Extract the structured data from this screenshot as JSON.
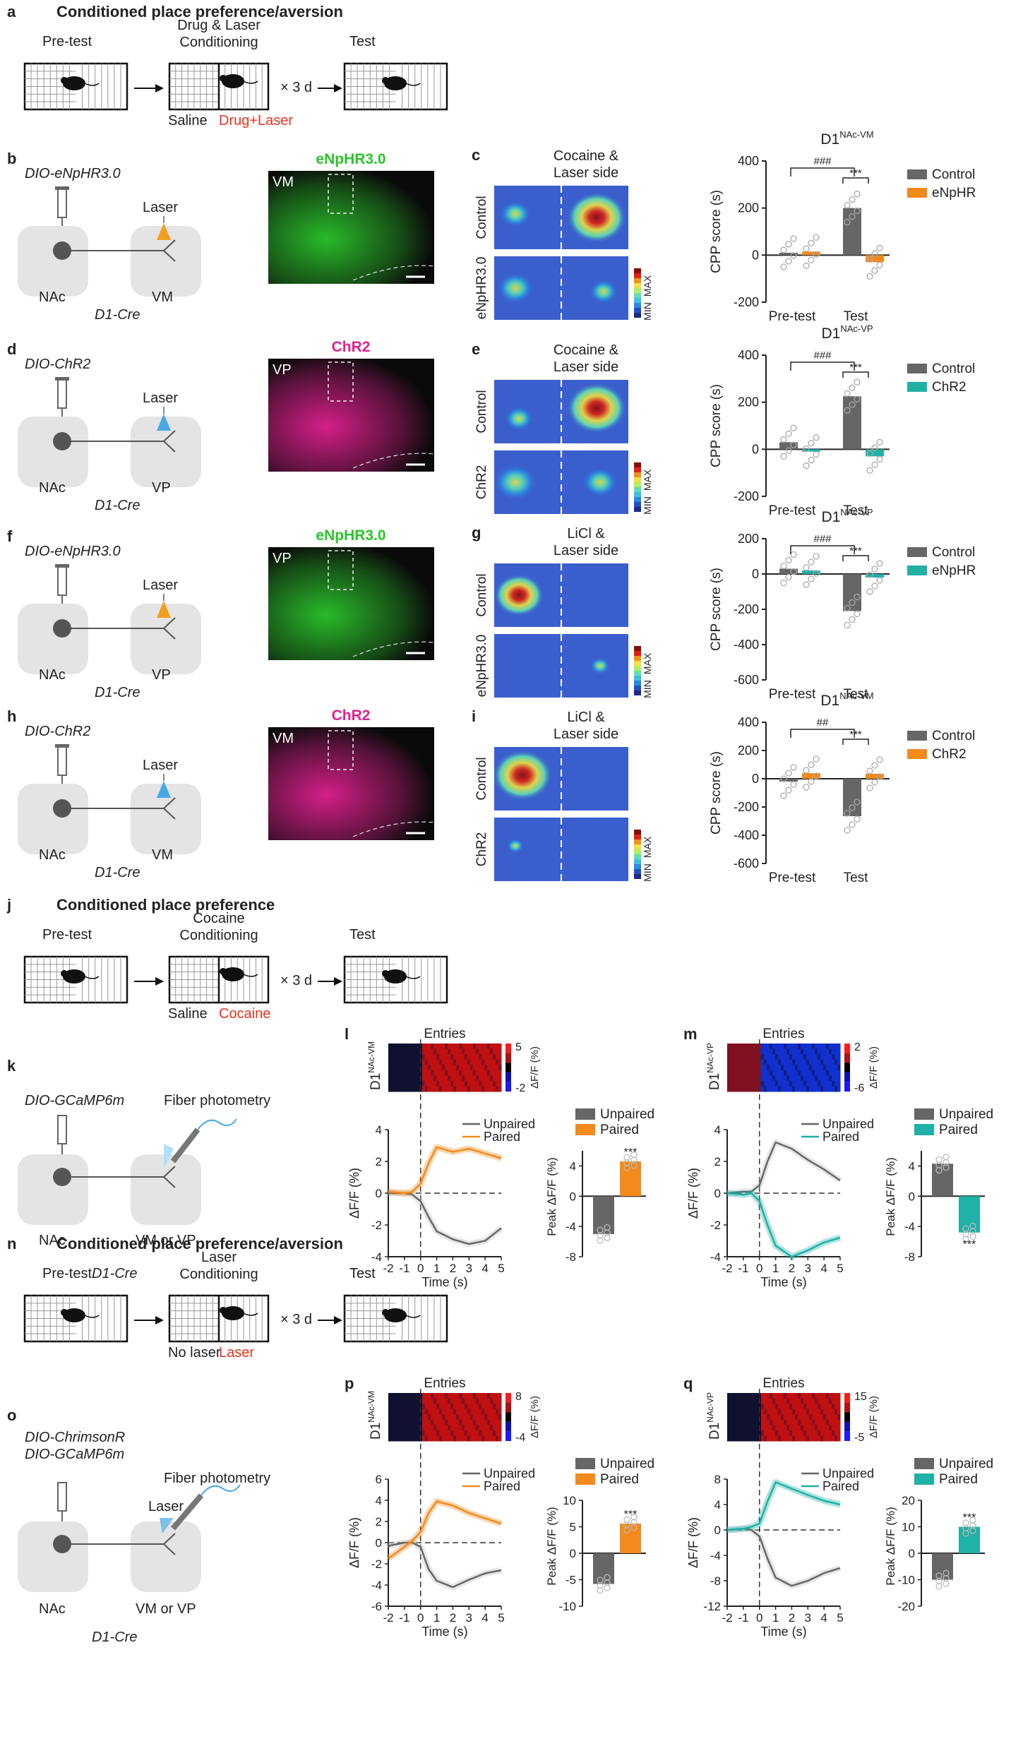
{
  "colors": {
    "control": "#666666",
    "orange": "#f28a1c",
    "teal": "#1fb0a6",
    "red": "#e8321e",
    "green": "#2bc42b",
    "magenta": "#e0208f"
  },
  "schematic_a": {
    "letter": "a",
    "title": "Conditioned place preference/aversion",
    "pre": "Pre-test",
    "cond_title": "Drug & Laser\nConditioning",
    "times": "× 3 d",
    "test": "Test",
    "left_box": "Saline",
    "right_box": "Drug+Laser"
  },
  "schematic_j": {
    "letter": "j",
    "title": "Conditioned place preference",
    "pre": "Pre-test",
    "cond_title": "Cocaine\nConditioning",
    "times": "× 3 d",
    "test": "Test",
    "left_box": "Saline",
    "right_box": "Cocaine"
  },
  "schematic_n": {
    "letter": "n",
    "title": "Conditioned place preference/aversion",
    "pre": "Pre-test",
    "cond_title": "Laser\nConditioning",
    "times": "× 3 d",
    "test": "Test",
    "left_box": "No laser",
    "right_box": "Laser"
  },
  "circuits": [
    {
      "letter": "b",
      "virus": "DIO-eNpHR3.0",
      "laser": "Laser",
      "src": "NAc",
      "tgt": "VM",
      "mouse": "D1-Cre",
      "color": "#f0a020"
    },
    {
      "letter": "d",
      "virus": "DIO-ChR2",
      "laser": "Laser",
      "src": "NAc",
      "tgt": "VP",
      "mouse": "D1-Cre",
      "color": "#48a8e8"
    },
    {
      "letter": "f",
      "virus": "DIO-eNpHR3.0",
      "laser": "Laser",
      "src": "NAc",
      "tgt": "VP",
      "mouse": "D1-Cre",
      "color": "#f0a020"
    },
    {
      "letter": "h",
      "virus": "DIO-ChR2",
      "laser": "Laser",
      "src": "NAc",
      "tgt": "VM",
      "mouse": "D1-Cre",
      "color": "#48a8e8"
    }
  ],
  "circuit_k": {
    "letter": "k",
    "virus": "DIO-GCaMP6m",
    "device": "Fiber photometry",
    "src": "NAc",
    "tgt": "VM or VP",
    "mouse": "D1-Cre"
  },
  "circuit_o": {
    "letter": "o",
    "virus1": "DIO-ChrimsonR",
    "virus2": "DIO-GCaMP6m",
    "device": "Fiber photometry",
    "laser": "Laser",
    "src": "NAc",
    "tgt": "VM or VP",
    "mouse": "D1-Cre"
  },
  "histology": [
    {
      "title": "eNpHR3.0",
      "region": "VM",
      "color": "#2bc42b"
    },
    {
      "title": "ChR2",
      "region": "VP",
      "color": "#e0208f"
    },
    {
      "title": "eNpHR3.0",
      "region": "VP",
      "color": "#2bc42b"
    },
    {
      "title": "ChR2",
      "region": "VM",
      "color": "#e0208f"
    }
  ],
  "heatmaps": [
    {
      "letter": "c",
      "title": "Cocaine &\nLaser  side",
      "row1": "Control",
      "row2": "eNpHR3.0",
      "max": "MAX",
      "min": "MIN"
    },
    {
      "letter": "e",
      "title": "Cocaine &\nLaser  side",
      "row1": "Control",
      "row2": "ChR2",
      "max": "MAX",
      "min": "MIN"
    },
    {
      "letter": "g",
      "title": "LiCl &\nLaser  side",
      "row1": "Control",
      "row2": "eNpHR3.0",
      "max": "MAX",
      "min": "MIN"
    },
    {
      "letter": "i",
      "title": "LiCl &\nLaser  side",
      "row1": "Control",
      "row2": "ChR2",
      "max": "MAX",
      "min": "MIN"
    }
  ],
  "chart_data": [
    {
      "type": "bar",
      "title": "D1NAc-VM",
      "ylabel": "CPP score (s)",
      "categories": [
        "Pre-test",
        "Test"
      ],
      "ylim": [
        -200,
        400
      ],
      "yticks": [
        -200,
        0,
        200,
        400
      ],
      "series": [
        {
          "name": "Control",
          "values": [
            10,
            200
          ]
        },
        {
          "name": "eNpHR",
          "values": [
            15,
            -30
          ]
        }
      ],
      "annotations": [
        "###",
        "***"
      ]
    },
    {
      "type": "bar",
      "title": "D1NAc-VP",
      "ylabel": "CPP score (s)",
      "categories": [
        "Pre-test",
        "Test"
      ],
      "ylim": [
        -200,
        400
      ],
      "yticks": [
        -200,
        0,
        200,
        400
      ],
      "series": [
        {
          "name": "Control",
          "values": [
            30,
            225
          ]
        },
        {
          "name": "ChR2",
          "values": [
            -10,
            -30
          ]
        }
      ],
      "annotations": [
        "###",
        "***"
      ]
    },
    {
      "type": "bar",
      "title": "D1NAc-VP",
      "ylabel": "CPP score (s)",
      "categories": [
        "Pre-test",
        "Test"
      ],
      "ylim": [
        -600,
        200
      ],
      "yticks": [
        -600,
        -400,
        -200,
        0,
        200
      ],
      "series": [
        {
          "name": "Control",
          "values": [
            30,
            -210
          ]
        },
        {
          "name": "eNpHR",
          "values": [
            20,
            -20
          ]
        }
      ],
      "annotations": [
        "###",
        "***"
      ]
    },
    {
      "type": "bar",
      "title": "D1NAc-VM",
      "ylabel": "CPP score (s)",
      "categories": [
        "Pre-test",
        "Test"
      ],
      "ylim": [
        -600,
        400
      ],
      "yticks": [
        -600,
        -400,
        -200,
        0,
        200,
        400
      ],
      "series": [
        {
          "name": "Control",
          "values": [
            -20,
            -265
          ]
        },
        {
          "name": "ChR2",
          "values": [
            40,
            35
          ]
        }
      ],
      "annotations": [
        "##",
        "***"
      ]
    },
    {
      "type": "line",
      "letter": "l",
      "heat_title": "D1NAc-VM",
      "heat_label": "Entries",
      "cb_max": "5",
      "cb_min": "-2",
      "cb_label": "ΔF/F (%)",
      "xlabel": "Time (s)",
      "ylabel": "ΔF/F (%)",
      "xlim": [
        -2,
        5
      ],
      "ylim": [
        -4,
        4
      ],
      "yticks": [
        -4,
        -2,
        0,
        2,
        4
      ],
      "xticks": [
        -2,
        -1,
        0,
        1,
        2,
        3,
        4,
        5
      ],
      "series": [
        {
          "name": "Unpaired",
          "color": "#666666",
          "x": [
            -2,
            -1,
            -0.5,
            0,
            0.5,
            1,
            2,
            3,
            4,
            5
          ],
          "y": [
            0,
            0,
            -0.1,
            -0.5,
            -1.5,
            -2.4,
            -2.9,
            -3.2,
            -3.0,
            -2.2
          ]
        },
        {
          "name": "Paired",
          "color": "#f28a1c",
          "x": [
            -2,
            -1,
            -0.5,
            0,
            0.5,
            1,
            2,
            3,
            4,
            5
          ],
          "y": [
            0.1,
            0,
            0.1,
            0.6,
            1.9,
            2.9,
            2.6,
            2.8,
            2.5,
            2.2
          ]
        }
      ],
      "bar": {
        "ylabel": "Peak ΔF/F (%)",
        "ylim": [
          -8,
          6
        ],
        "yticks": [
          -8,
          -4,
          0,
          4
        ],
        "values": [
          -5,
          4.6
        ],
        "sig": "***"
      }
    },
    {
      "type": "line",
      "letter": "m",
      "heat_title": "D1NAc-VP",
      "heat_label": "Entries",
      "cb_max": "2",
      "cb_min": "-6",
      "cb_label": "ΔF/F (%)",
      "xlabel": "Time (s)",
      "ylabel": "ΔF/F (%)",
      "xlim": [
        -2,
        5
      ],
      "ylim": [
        -4,
        4
      ],
      "yticks": [
        -4,
        -2,
        0,
        2,
        4
      ],
      "xticks": [
        -2,
        -1,
        0,
        1,
        2,
        3,
        4,
        5
      ],
      "series": [
        {
          "name": "Unpaired",
          "color": "#666666",
          "x": [
            -2,
            -1,
            -0.5,
            0,
            0.5,
            1,
            2,
            3,
            4,
            5
          ],
          "y": [
            0,
            0.1,
            0.1,
            0.5,
            2,
            3.2,
            2.8,
            2.1,
            1.5,
            0.8
          ]
        },
        {
          "name": "Paired",
          "color": "#1fb0a6",
          "x": [
            -2,
            -1,
            -0.5,
            0,
            0.5,
            1,
            2,
            3,
            4,
            5
          ],
          "y": [
            0,
            -0.1,
            0,
            -0.5,
            -2,
            -3.3,
            -4,
            -3.6,
            -3.1,
            -2.8
          ]
        }
      ],
      "bar": {
        "ylabel": "Peak ΔF/F (%)",
        "ylim": [
          -8,
          6
        ],
        "yticks": [
          -8,
          -4,
          0,
          4
        ],
        "values": [
          4.3,
          -4.8
        ],
        "sig": "***"
      }
    },
    {
      "type": "line",
      "letter": "p",
      "heat_title": "D1NAc-VM",
      "heat_label": "Entries",
      "cb_max": "8",
      "cb_min": "-4",
      "cb_label": "ΔF/F (%)",
      "xlabel": "Time (s)",
      "ylabel": "ΔF/F (%)",
      "xlim": [
        -2,
        5
      ],
      "ylim": [
        -6,
        6
      ],
      "yticks": [
        -6,
        -4,
        -2,
        0,
        2,
        4,
        6
      ],
      "xticks": [
        -2,
        -1,
        0,
        1,
        2,
        3,
        4,
        5
      ],
      "series": [
        {
          "name": "Unpaired",
          "color": "#666666",
          "x": [
            -2,
            -1,
            -0.5,
            0,
            0.5,
            1,
            2,
            3,
            4,
            5
          ],
          "y": [
            -0.3,
            0,
            0,
            -0.4,
            -2.5,
            -3.6,
            -4.2,
            -3.5,
            -2.9,
            -2.6
          ]
        },
        {
          "name": "Paired",
          "color": "#f28a1c",
          "x": [
            -2,
            -1,
            -0.5,
            0,
            0.5,
            1,
            2,
            3,
            4,
            5
          ],
          "y": [
            -1.5,
            -0.4,
            0.2,
            1,
            2.8,
            3.9,
            3.5,
            2.8,
            2.3,
            1.8
          ]
        }
      ],
      "bar": {
        "ylabel": "Peak ΔF/F (%)",
        "ylim": [
          -10,
          10
        ],
        "yticks": [
          -10,
          -5,
          0,
          5,
          10
        ],
        "values": [
          -5.8,
          5.6
        ],
        "sig": "***"
      }
    },
    {
      "type": "line",
      "letter": "q",
      "heat_title": "D1NAc-VP",
      "heat_label": "Entries",
      "cb_max": "15",
      "cb_min": "-5",
      "cb_label": "ΔF/F (%)",
      "xlabel": "Time (s)",
      "ylabel": "ΔF/F (%)",
      "xlim": [
        -2,
        5
      ],
      "ylim": [
        -12,
        8
      ],
      "yticks": [
        -12,
        -8,
        -4,
        0,
        4,
        8
      ],
      "xticks": [
        -2,
        -1,
        0,
        1,
        2,
        3,
        4,
        5
      ],
      "series": [
        {
          "name": "Unpaired",
          "color": "#666666",
          "x": [
            -2,
            -1,
            -0.5,
            0,
            0.5,
            1,
            2,
            3,
            4,
            5
          ],
          "y": [
            0,
            0.2,
            0,
            -1,
            -4.5,
            -7.5,
            -8.8,
            -8,
            -6.8,
            -6
          ]
        },
        {
          "name": "Paired",
          "color": "#1fb0a6",
          "x": [
            -2,
            -1,
            -0.5,
            0,
            0.5,
            1,
            2,
            3,
            4,
            5
          ],
          "y": [
            0,
            0.2,
            0.5,
            1,
            4.5,
            7.5,
            6.5,
            5.5,
            4.6,
            4
          ]
        }
      ],
      "bar": {
        "ylabel": "Peak ΔF/F (%)",
        "ylim": [
          -20,
          20
        ],
        "yticks": [
          -20,
          -10,
          0,
          10,
          20
        ],
        "values": [
          -10,
          10
        ],
        "sig": "***"
      }
    }
  ]
}
